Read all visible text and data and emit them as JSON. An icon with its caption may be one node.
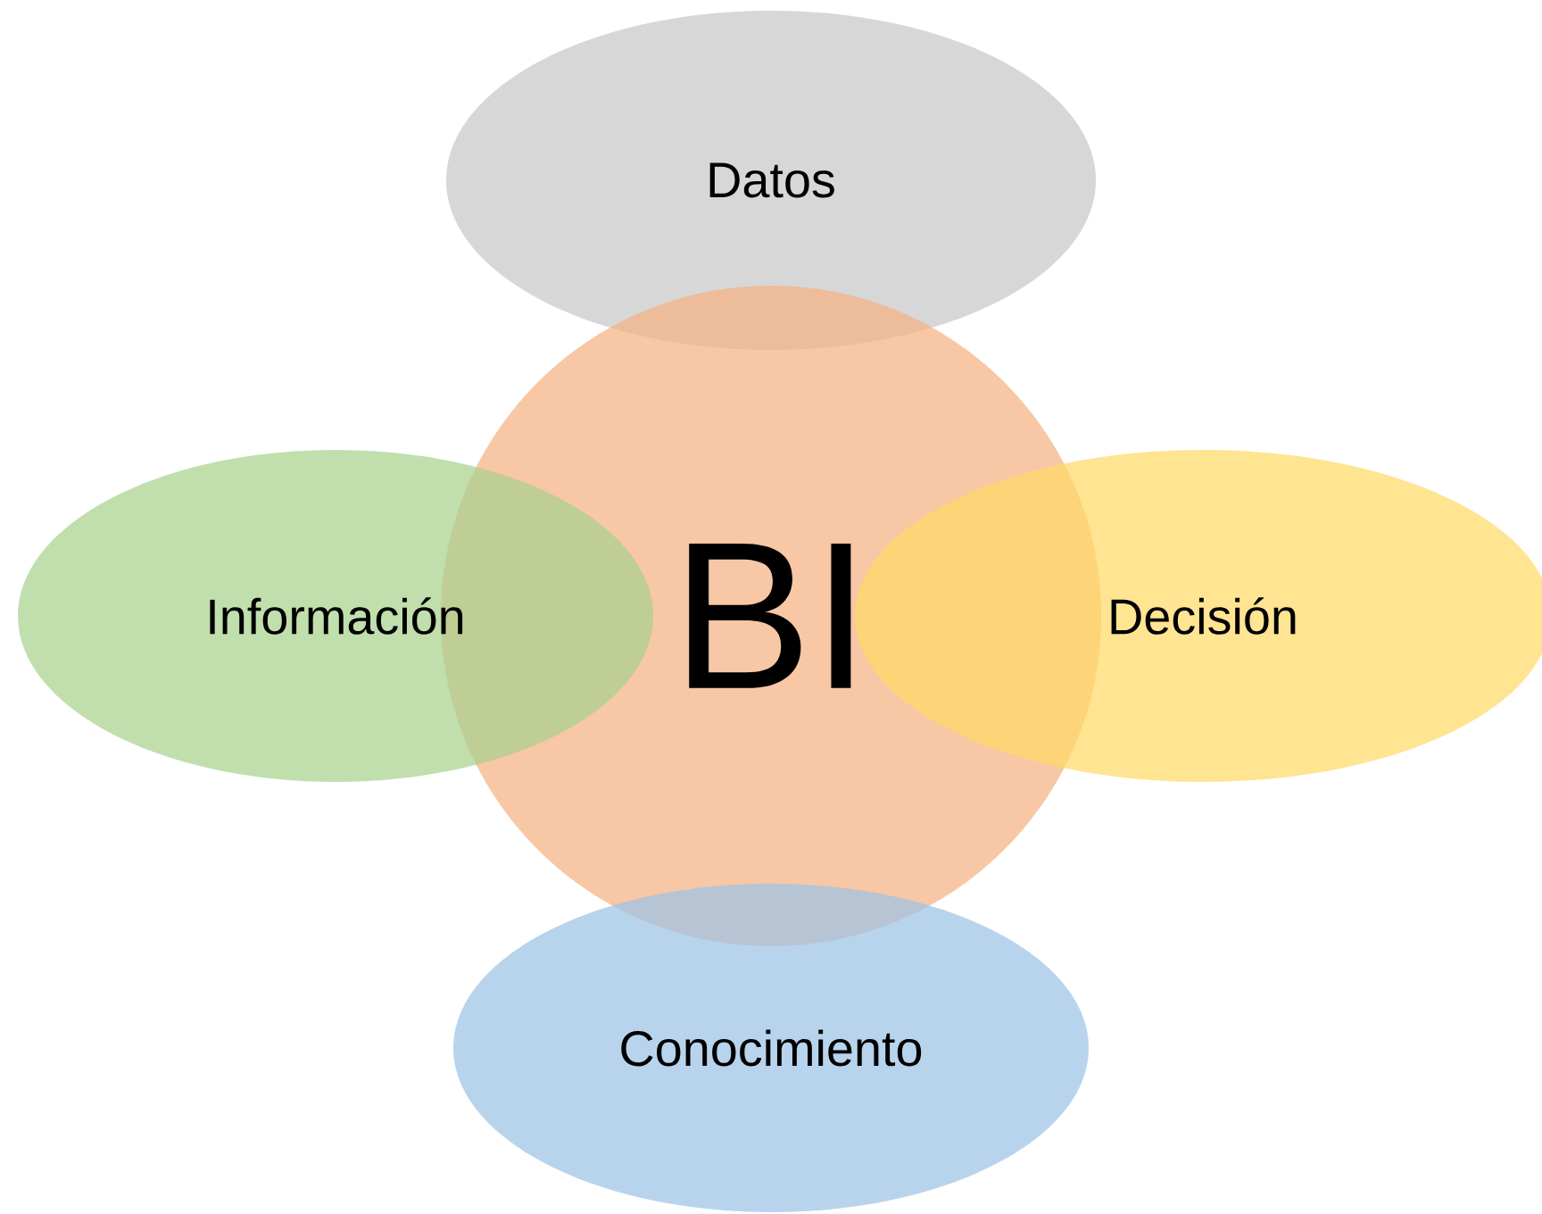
{
  "diagram": {
    "nodes": [
      {
        "text": [
          "Datos"
        ]
      },
      {
        "text": [
          "BI"
        ]
      },
      {
        "text": [
          "Información"
        ]
      },
      {
        "text": [
          "Decisión"
        ]
      },
      {
        "text": [
          "Conocimiento"
        ]
      }
    ]
  }
}
